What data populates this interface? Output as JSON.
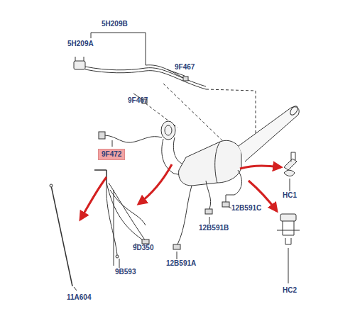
{
  "diagram": {
    "nodes": [
      {
        "text": [
          "9F472"
        ]
      }
    ],
    "labels": [
      "5H209B",
      "5H209A",
      "9F467",
      "9F467",
      "11A604",
      "9D350",
      "9B593",
      "12B591A",
      "12B591B",
      "12B591C",
      "HC1",
      "HC2"
    ]
  }
}
